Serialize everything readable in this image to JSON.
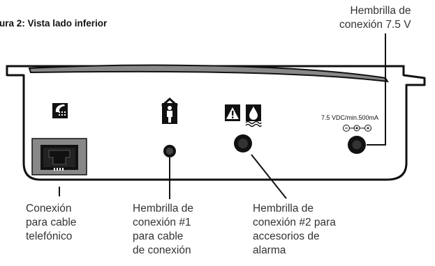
{
  "figure": {
    "title": "ura 2: Vista lado inferior"
  },
  "device": {
    "power_spec": "7.5 VDC/min.500mA",
    "icons": [
      "phone-icon",
      "person-icon",
      "alarm-warning-icon",
      "water-drop-icon"
    ]
  },
  "callouts": {
    "phone_jack": [
      "Conexión",
      "para cable",
      "telefónico"
    ],
    "jack1": [
      "Hembrilla de",
      "conexión #1",
      "para cable",
      "de conexión"
    ],
    "jack2": [
      "Hembrilla de",
      "conexión #2 para",
      "accesorios de",
      "alarma"
    ],
    "power_jack": [
      "Hembrilla de",
      "conexión 7.5 V"
    ]
  }
}
